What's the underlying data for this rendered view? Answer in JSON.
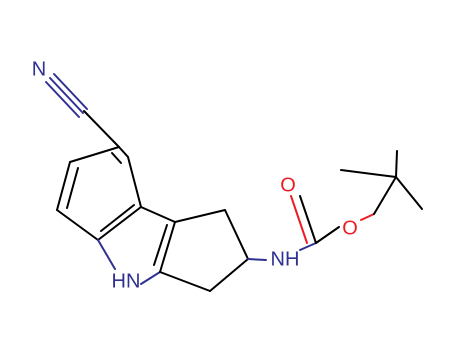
{
  "molecule": {
    "atoms": {
      "nitrile_n": "N",
      "indole_nh": "HN",
      "carbamate_nh": "NH",
      "carbonyl_o": "O",
      "ester_o": "O"
    },
    "colors": {
      "nitrogen": "#2e3192",
      "oxygen": "#ed1c24",
      "carbon_bond": "#000000",
      "background": "#ffffff"
    }
  }
}
